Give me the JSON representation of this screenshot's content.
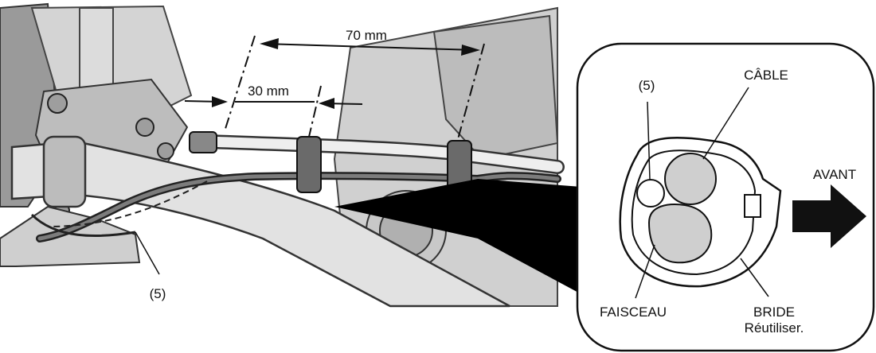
{
  "dimensions": {
    "overall": "70 mm",
    "offset": "30 mm"
  },
  "callouts": {
    "ref_main": "(5)",
    "ref_inset": "(5)"
  },
  "inset": {
    "cable_label": "CÂBLE",
    "harness_label": "FAISCEAU",
    "clamp_label": "BRIDE",
    "clamp_note": "Réutiliser."
  },
  "direction": {
    "label": "AVANT"
  }
}
